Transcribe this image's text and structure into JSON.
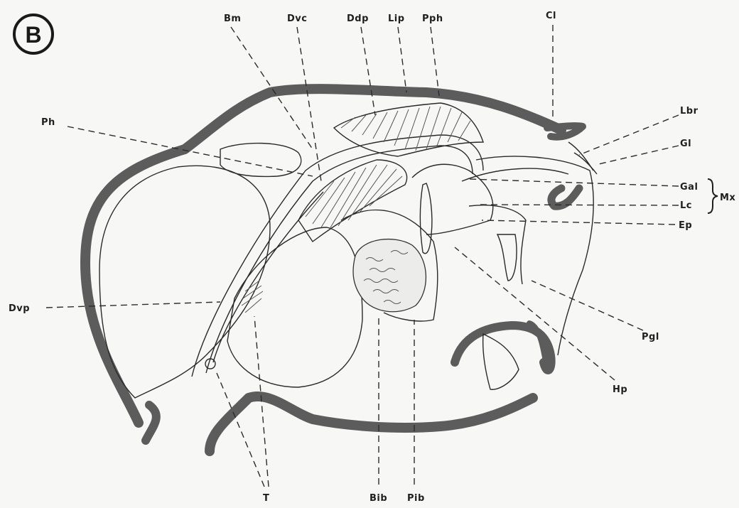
{
  "panel_letter": "B",
  "labels": {
    "Bm": "Bm",
    "Dvc": "Dvc",
    "Ddp": "Ddp",
    "Lip": "Lip",
    "Pph": "Pph",
    "Cl": "Cl",
    "Lbr": "Lbr",
    "Gl": "Gl",
    "Gal": "Gal",
    "Lc": "Lc",
    "Mx": "Mx",
    "Ep": "Ep",
    "Ph": "Ph",
    "Dvp": "Dvp",
    "Pgl": "Pgl",
    "Hp": "Hp",
    "T": "T",
    "Bib": "Bib",
    "Pib": "Pib"
  }
}
